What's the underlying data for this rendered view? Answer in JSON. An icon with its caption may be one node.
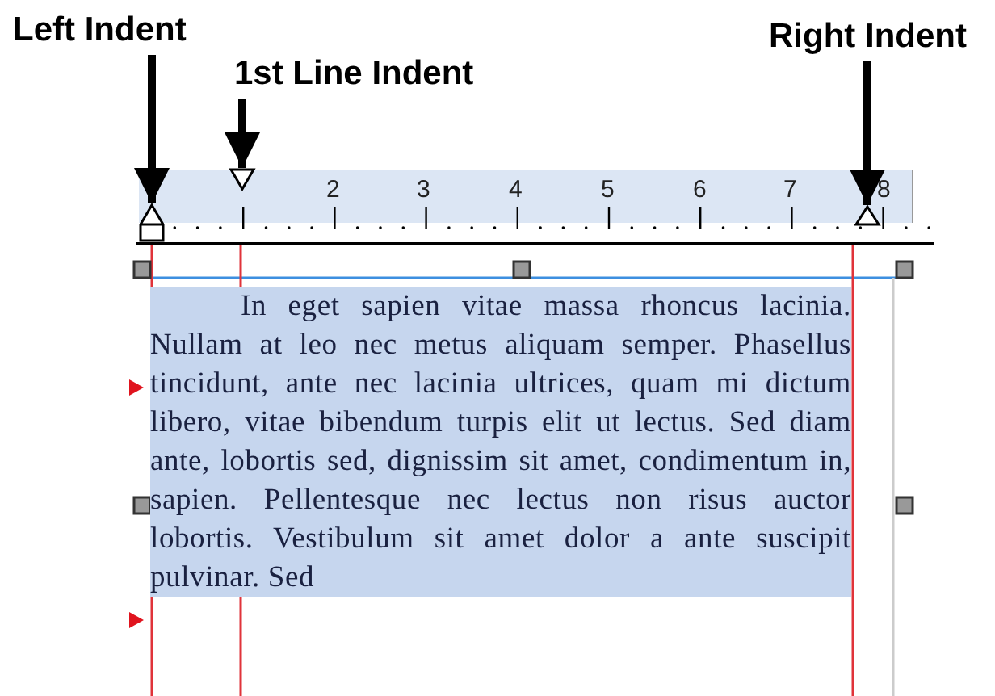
{
  "diagram": {
    "nodes": [
      {
        "text": [
          "Left Indent"
        ]
      },
      {
        "text": [],
        "shape": "triangle"
      },
      {
        "text": [
          "1st Line Indent"
        ]
      },
      {
        "text": [],
        "shape": "triangle"
      },
      {
        "text": [
          "Right Indent"
        ]
      },
      {
        "text": [],
        "shape": "triangle"
      }
    ],
    "edges": [
      {
        "from": 0,
        "to": 1,
        "arrow": "to"
      },
      {
        "from": 2,
        "to": 3,
        "arrow": "to"
      },
      {
        "from": 4,
        "to": 5,
        "arrow": "to"
      }
    ],
    "labels": [
      "2",
      "3",
      "4",
      "5",
      "6",
      "7",
      "8",
      "In eget sapien vitae massa rhoncus lacinia. Nullam at leo nec metus aliquam semper. Phasellus tincidunt, ante nec lacinia ultrices, quam mi dictum libero, vitae bibendum turpis elit ut lectus. Sed diam ante, lobortis sed, dignissim sit amet, condimentum in, sapien. Pellentesque nec lectus non risus auctor lobortis. Vestibulum sit amet dolor a ante suscipit pulvinar. Sed"
    ]
  }
}
